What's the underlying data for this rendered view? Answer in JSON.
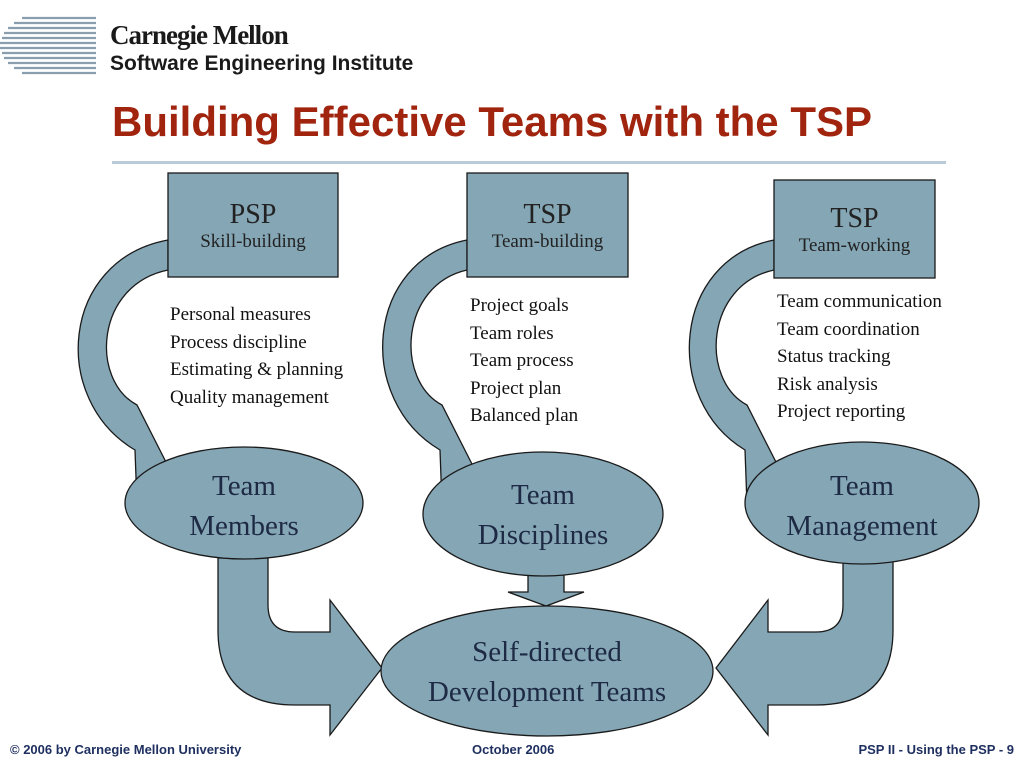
{
  "header": {
    "logo_line1": "Carnegie Mellon",
    "logo_line2": "Software Engineering Institute",
    "title": "Building Effective Teams with the TSP"
  },
  "boxes": [
    {
      "title": "PSP",
      "subtitle": "Skill-building"
    },
    {
      "title": "TSP",
      "subtitle": "Team-building"
    },
    {
      "title": "TSP",
      "subtitle": "Team-working"
    }
  ],
  "lists": [
    {
      "items": [
        "Personal measures",
        "Process discipline",
        "Estimating & planning",
        "Quality management"
      ]
    },
    {
      "items": [
        "Project goals",
        "Team roles",
        "Team process",
        "Project plan",
        "Balanced plan"
      ]
    },
    {
      "items": [
        "Team communication",
        "Team coordination",
        "Status tracking",
        "Risk analysis",
        "Project reporting"
      ]
    }
  ],
  "ellipses": [
    {
      "line1": "Team",
      "line2": "Members"
    },
    {
      "line1": "Team",
      "line2": "Disciplines"
    },
    {
      "line1": "Team",
      "line2": "Management"
    }
  ],
  "result": {
    "line1": "Self-directed",
    "line2": "Development Teams"
  },
  "footer": {
    "copyright": "© 2006 by Carnegie Mellon University",
    "date": "October 2006",
    "page": "PSP II - Using the PSP - 9"
  },
  "colors": {
    "shape_fill": "#84a6b5",
    "curve_shade": "#6f8f9e",
    "outline": "#1a1a1a",
    "title": "#a0240e",
    "footer": "#1f3060"
  }
}
